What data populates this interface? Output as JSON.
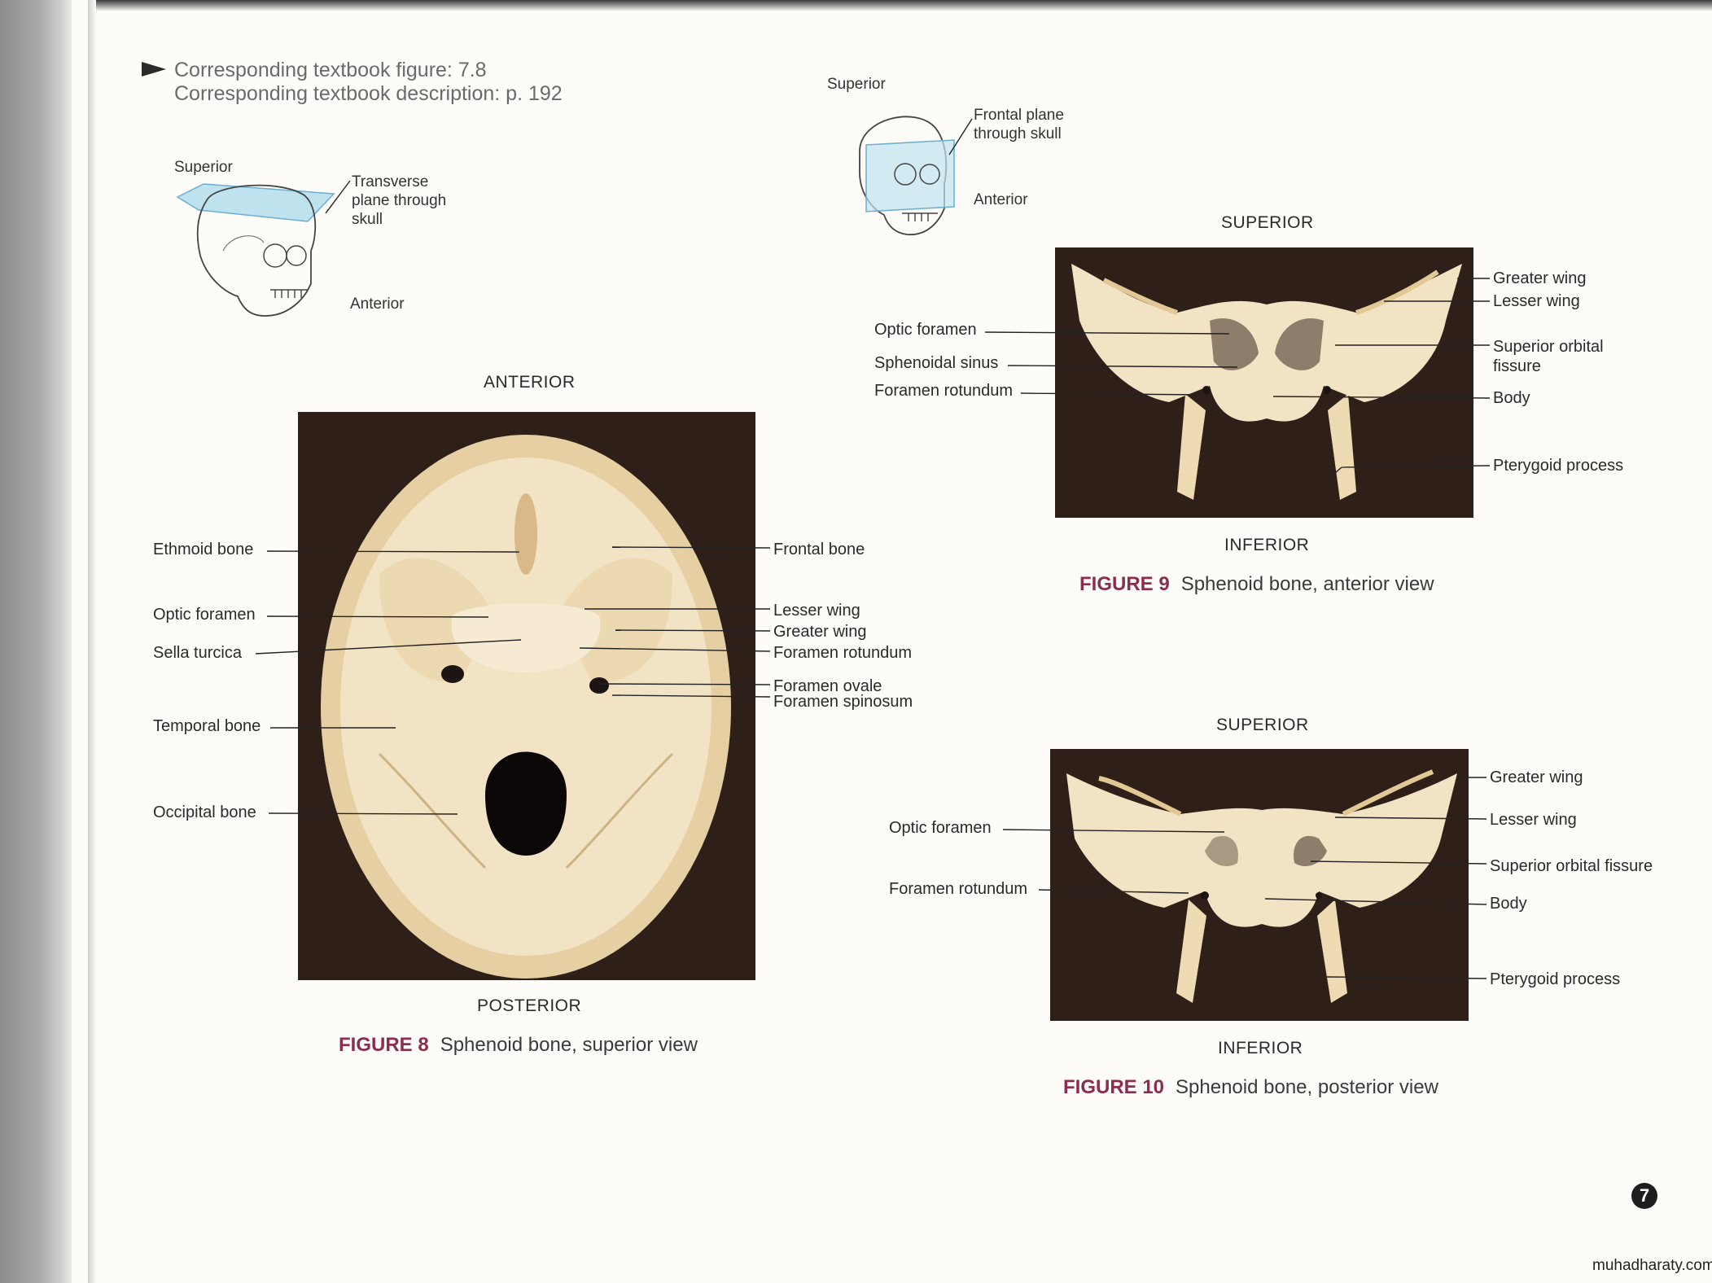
{
  "ref": {
    "figure_line": "Corresponding textbook figure: 7.8",
    "desc_line": "Corresponding textbook description: p. 192"
  },
  "orient8": {
    "superior": "Superior",
    "plane": "Transverse plane through skull",
    "anterior": "Anterior"
  },
  "orient9": {
    "superior": "Superior",
    "plane": "Frontal plane through skull",
    "anterior": "Anterior"
  },
  "fig8": {
    "top": "ANTERIOR",
    "bottom": "POSTERIOR",
    "num": "FIGURE 8",
    "title": "Sphenoid bone, superior view",
    "left_labels": [
      "Ethmoid bone",
      "Optic foramen",
      "Sella turcica",
      "Temporal bone",
      "Occipital bone"
    ],
    "right_labels": [
      "Frontal bone",
      "Lesser wing",
      "Greater wing",
      "Foramen rotundum",
      "Foramen ovale",
      "Foramen spinosum"
    ]
  },
  "fig9": {
    "top": "SUPERIOR",
    "bottom": "INFERIOR",
    "num": "FIGURE 9",
    "title": "Sphenoid bone, anterior view",
    "left_labels": [
      "Optic foramen",
      "Sphenoidal sinus",
      "Foramen rotundum"
    ],
    "right_labels": [
      "Greater wing",
      "Lesser wing",
      "Superior orbital fissure",
      "Body",
      "Pterygoid process"
    ]
  },
  "fig10": {
    "top": "SUPERIOR",
    "bottom": "INFERIOR",
    "num": "FIGURE 10",
    "title": "Sphenoid bone, posterior view",
    "left_labels": [
      "Optic foramen",
      "Foramen rotundum"
    ],
    "right_labels": [
      "Greater wing",
      "Lesser wing",
      "Superior orbital fissure",
      "Body",
      "Pterygoid process"
    ]
  },
  "page_number": "7",
  "watermark": "muhadharaty.com",
  "colors": {
    "figure_label": "#8a2d4e",
    "photo_background": "#2e2019",
    "bone": "#f2e3c4"
  }
}
